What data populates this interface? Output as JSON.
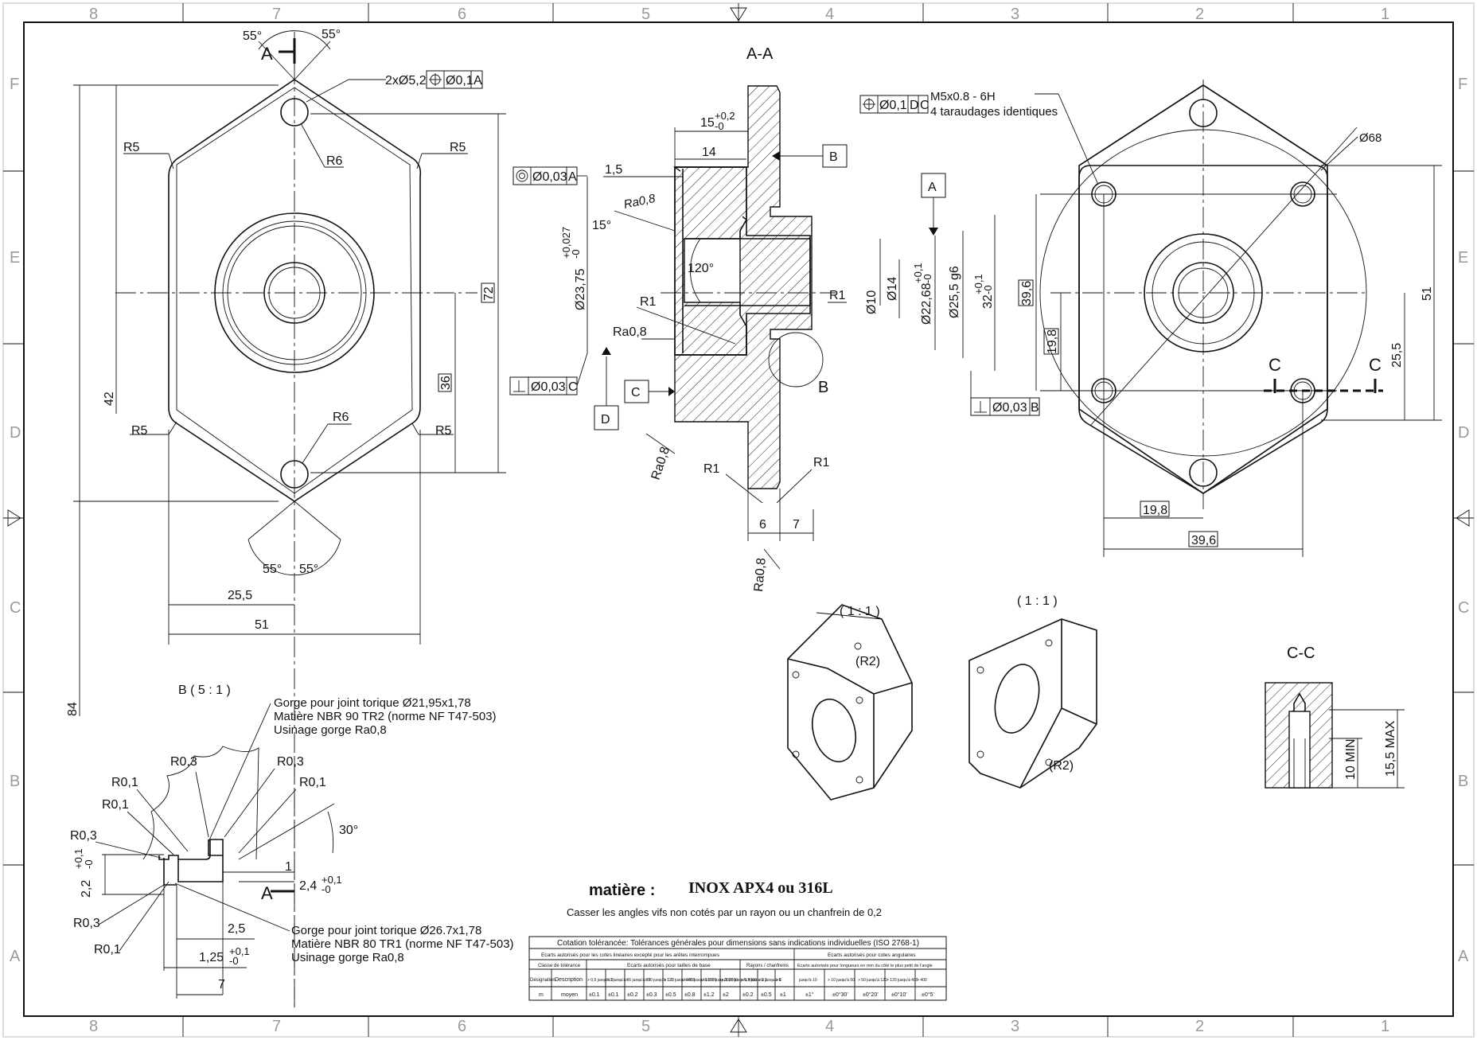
{
  "frame": {
    "columns": [
      "8",
      "7",
      "6",
      "5",
      "4",
      "3",
      "2",
      "1"
    ],
    "rows": [
      "F",
      "E",
      "D",
      "C",
      "B",
      "A"
    ]
  },
  "views": {
    "front": {
      "angles": [
        "55°",
        "55°",
        "55°",
        "55°"
      ],
      "hole_callout": "2xØ5,2",
      "hole_tolerance": "Ø0,1",
      "hole_datum": "A",
      "section_marker": "A",
      "radii": [
        "R5",
        "R5",
        "R5",
        "R5",
        "R6",
        "R6"
      ],
      "dims": {
        "height_total": "84",
        "height_42": "42",
        "height_72": "72",
        "height_36": "36",
        "width_25_5": "25,5",
        "width_51": "51"
      }
    },
    "section_aa": {
      "title": "A-A",
      "dims": {
        "d15": "15",
        "d15_tol_up": "+0,2",
        "d15_tol_dn": "-0",
        "d14": "14",
        "d1_5": "1,5",
        "ra_top": "Ra0,8",
        "angle15": "15°",
        "angle120": "120°",
        "r1_left": "R1",
        "r1_right": "R1",
        "ra_mid": "Ra0,8",
        "ra_low": "Ra0,8",
        "ra_bottom": "Ra0,8",
        "r1_bot_l": "R1",
        "r1_bot_r": "R1",
        "d6": "6",
        "d7": "7",
        "dia10": "Ø10",
        "dia14": "Ø14",
        "dia22_68": "Ø22,68",
        "dia22_tol_up": "+0,1",
        "dia22_tol_dn": "-0",
        "dia25_5": "Ø25,5 g6",
        "d32": "32",
        "d32_tol_up": "+0,1",
        "d32_tol_dn": "-0",
        "dia23_75": "Ø23,75",
        "dia23_tol_up": "+0,027",
        "dia23_tol_dn": "-0"
      },
      "fcf_concentric": {
        "value": "Ø0,03",
        "datum": "A"
      },
      "fcf_perp_c": {
        "value": "Ø0,03",
        "datum": "C"
      },
      "fcf_perp_b": {
        "value": "Ø0,03",
        "datum": "B"
      },
      "datums": {
        "b": "B",
        "a": "A",
        "c": "C",
        "d": "D"
      },
      "detail_label": "B"
    },
    "right": {
      "fcf": {
        "value": "Ø0,1",
        "datum1": "D",
        "datum2": "C"
      },
      "thread": "M5x0.8 - 6H",
      "thread_note": "4 taraudages identiques",
      "dia68": "Ø68",
      "dims": {
        "d39_6_v": "39,6",
        "d19_8_v": "19,8",
        "d51": "51",
        "d25_5": "25,5",
        "d19_8_h": "19,8",
        "d39_6_h": "39,6"
      },
      "section_c": "C"
    },
    "iso": {
      "scale_left": "( 1 : 1 )",
      "scale_right": "( 1 : 1 )",
      "r2_left": "(R2)",
      "r2_right": "(R2)"
    },
    "section_cc": {
      "title": "C-C",
      "d10": "10 MIN",
      "d15_5": "15,5 MAX"
    },
    "detail_b": {
      "title": "B ( 5 : 1 )",
      "note_top": [
        "Gorge pour joint torique Ø21,95x1,78",
        "Matière NBR 90 TR2 (norme NF T47-503)",
        "Usinage gorge Ra0,8"
      ],
      "note_bottom": [
        "Gorge pour joint torique Ø26.7x1,78",
        "Matière NBR 80 TR1 (norme NF T47-503)",
        "Usinage gorge Ra0,8"
      ],
      "radii": {
        "r03_a": "R0,3",
        "r03_b": "R0,3",
        "r01_a": "R0,1",
        "r01_b": "R0,1",
        "r01_c": "R0,1",
        "r03_c": "R0,3",
        "r03_d": "R0,3",
        "r01_d": "R0,1"
      },
      "angle30": "30°",
      "dims": {
        "d2_2": "2,2",
        "d2_2_tol_up": "+0,1",
        "d2_2_tol_dn": "-0",
        "d1": "1",
        "d2_4": "2,4",
        "d2_4_tol_up": "+0,1",
        "d2_4_tol_dn": "-0",
        "d2_5": "2,5",
        "d1_25": "1,25",
        "d1_25_tol_up": "+0,1",
        "d1_25_tol_dn": "-0",
        "d7": "7"
      },
      "section_marker": "A"
    }
  },
  "material": {
    "label": "matière  :",
    "value": "INOX APX4 ou 316L",
    "note": "Casser les angles vifs non cotés par un rayon ou un chanfrein de 0,2"
  },
  "tolerance_table": {
    "title": "Cotation tolérancée: Tolérances générales pour dimensions sans indications individuelles (ISO 2768-1)",
    "sub_linear": "Ecarts autorisés pour les cotes linéaires excepté pour les arêtes interrompues",
    "sub_angular": "Ecarts autorisés pour cotes angulaires",
    "col_class": "Classe de tolérance",
    "col_base": "Ecarts autorisés pour tailles de base",
    "col_radius": "Rayons / chanfreins",
    "col_angle_len": "Ecarts autorisés pour longueurs en mm du côté le plus petit de l'angle",
    "h_designation": "Désignation",
    "h_description": "Description",
    "ranges": [
      "> 0,5 jusqu'à 3",
      "> 3 jusqu'à 6",
      "> 6 jusqu'à 30",
      "> 30 jusqu'à 120",
      "> 120 jusqu'à 400",
      "> 400 jusqu'à 1000",
      "> 1000 jusqu'à 2000",
      "> 2000 jusqu'à 4000"
    ],
    "radius_ranges": [
      "> 0,5 jusqu'à 3",
      "> 3 jusqu'à 6",
      "> 6"
    ],
    "angle_ranges": [
      "jusqu'à 10",
      "> 10 jusqu'à 50",
      "> 50 jusqu'à 120",
      "> 120 jusqu'à 400",
      "> 400"
    ],
    "row": {
      "designation": "m",
      "description": "moyen",
      "values": [
        "±0.1",
        "±0.1",
        "±0.2",
        "±0.3",
        "±0.5",
        "±0.8",
        "±1.2",
        "±2"
      ],
      "radius_values": [
        "±0.2",
        "±0.5",
        "±1"
      ],
      "angle_values": [
        "±1°",
        "±0°30'",
        "±0°20'",
        "±0°10'",
        "±0°5'"
      ]
    }
  }
}
